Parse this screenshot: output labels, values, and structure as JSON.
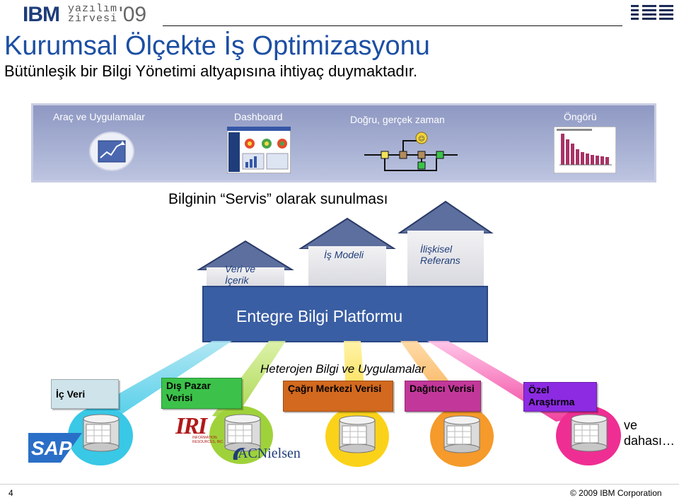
{
  "header": {
    "logo_ibm": "IBM",
    "logo_line1": "yazılım",
    "logo_line2": "zirvesi",
    "logo_year": "'09",
    "corner_logo": "IBM"
  },
  "slide": {
    "title": "Kurumsal Ölçekte İş Optimizasyonu",
    "subtitle": "Bütünleşik bir Bilgi Yönetimi altyapısına ihtiyaç duymaktadır."
  },
  "top_band": {
    "items": [
      {
        "label": "Araç ve Uygulamalar",
        "icon": "chart-trend-icon"
      },
      {
        "label": "Dashboard",
        "icon": "dashboard-screenshot-icon"
      },
      {
        "label": "Doğru, gerçek zaman",
        "icon": "process-flow-icon"
      },
      {
        "label": "Öngörü",
        "icon": "forecast-chart-icon"
      }
    ]
  },
  "service_text": "Bilginin “Servis” olarak sunulması",
  "houses": [
    {
      "label": "Veri ve İçerik"
    },
    {
      "label": "İş Modeli"
    },
    {
      "label": "İlişkisel Referans"
    }
  ],
  "platform": {
    "label": "Entegre Bilgi Platformu"
  },
  "heterogeneous": "Heterojen Bilgi ve Uygulamalar",
  "sources": [
    {
      "label": "İç Veri",
      "color": "#cfe3ea"
    },
    {
      "label": "Dış Pazar Verisi",
      "color": "#3cc24a"
    },
    {
      "label": "Çağrı Merkezi Verisi",
      "color": "#d2691e"
    },
    {
      "label": "Dağıtıcı Verisi",
      "color": "#c2389a"
    },
    {
      "label": "Özel Araştırma",
      "color": "#8c2be2"
    }
  ],
  "logos": {
    "sap": "SAP",
    "iri": "IRI",
    "iri_sub": "INFORMATION RESOURCES, INC.",
    "acn": "ACNielsen"
  },
  "more_text": "ve dahası…",
  "footer": {
    "page": "4",
    "copyright": "© 2009 IBM Corporation"
  }
}
